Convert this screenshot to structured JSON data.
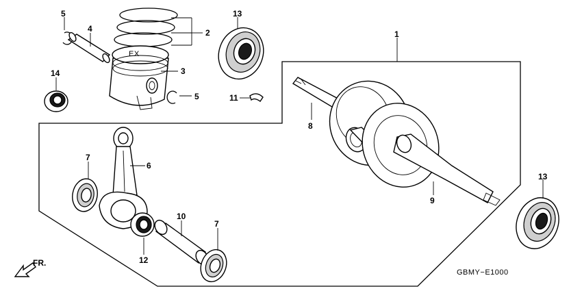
{
  "callouts": [
    {
      "id": "c5a",
      "text": "5"
    },
    {
      "id": "c4",
      "text": "4"
    },
    {
      "id": "c2",
      "text": "2"
    },
    {
      "id": "c3",
      "text": "3"
    },
    {
      "id": "c5b",
      "text": "5"
    },
    {
      "id": "c13a",
      "text": "13"
    },
    {
      "id": "c11",
      "text": "11"
    },
    {
      "id": "c14",
      "text": "14"
    },
    {
      "id": "c1",
      "text": "1"
    },
    {
      "id": "c8",
      "text": "8"
    },
    {
      "id": "c9",
      "text": "9"
    },
    {
      "id": "c13b",
      "text": "13"
    },
    {
      "id": "c7a",
      "text": "7"
    },
    {
      "id": "c6",
      "text": "6"
    },
    {
      "id": "c10",
      "text": "10"
    },
    {
      "id": "c7b",
      "text": "7"
    },
    {
      "id": "c12",
      "text": "12"
    }
  ],
  "direction_label": "FR.",
  "diagram_code": "GBMY−E1000"
}
